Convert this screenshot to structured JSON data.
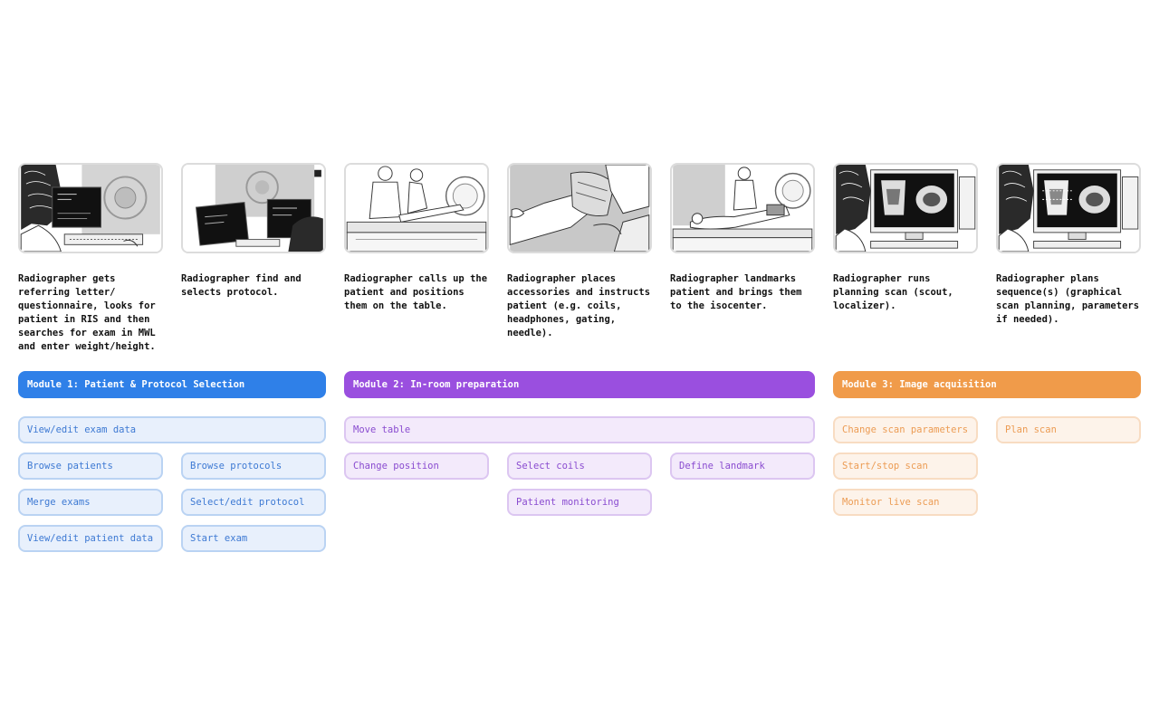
{
  "steps": [
    {
      "caption": "Radiographer gets referring letter/ questionnaire, looks for patient in RIS and then searches for exam in MWL and enter weight/height.",
      "scene": "radiographer-at-workstation"
    },
    {
      "caption": "Radiographer find and selects protocol.",
      "scene": "radiographer-selecting-protocol"
    },
    {
      "caption": "Radiographer calls up the patient and positions them on the table.",
      "scene": "radiographer-positioning-patient"
    },
    {
      "caption": "Radiographer places accessories and instructs patient (e.g. coils, headphones, gating, needle).",
      "scene": "placing-coil-on-knee"
    },
    {
      "caption": "Radiographer landmarks patient and brings them to the isocenter.",
      "scene": "landmarking-patient"
    },
    {
      "caption": "Radiographer runs planning scan (scout, localizer).",
      "scene": "radiographer-viewing-scout"
    },
    {
      "caption": "Radiographer plans sequence(s) (graphical scan planning, parameters if needed).",
      "scene": "radiographer-planning-sequence"
    }
  ],
  "modules": [
    {
      "label": "Module 1: Patient & Protocol Selection",
      "color": "#2f80e8"
    },
    {
      "label": "Module 2: In-room preparation",
      "color": "#9a4fdf"
    },
    {
      "label": "Module 3: Image acquisition",
      "color": "#f09b4a"
    }
  ],
  "tasks": {
    "module1": {
      "view_edit_exam_data": "View/edit exam data",
      "browse_patients": "Browse patients",
      "browse_protocols": "Browse protocols",
      "merge_exams": "Merge exams",
      "select_edit_protocol": "Select/edit protocol",
      "view_edit_patient_data": "View/edit patient data",
      "start_exam": "Start exam"
    },
    "module2": {
      "move_table": "Move table",
      "change_position": "Change position",
      "select_coils": "Select coils",
      "define_landmark": "Define landmark",
      "patient_monitoring": "Patient monitoring"
    },
    "module3": {
      "change_scan_parameters": "Change scan parameters",
      "plan_scan": "Plan scan",
      "start_stop_scan": "Start/stop scan",
      "monitor_live_scan": "Monitor live scan"
    }
  }
}
